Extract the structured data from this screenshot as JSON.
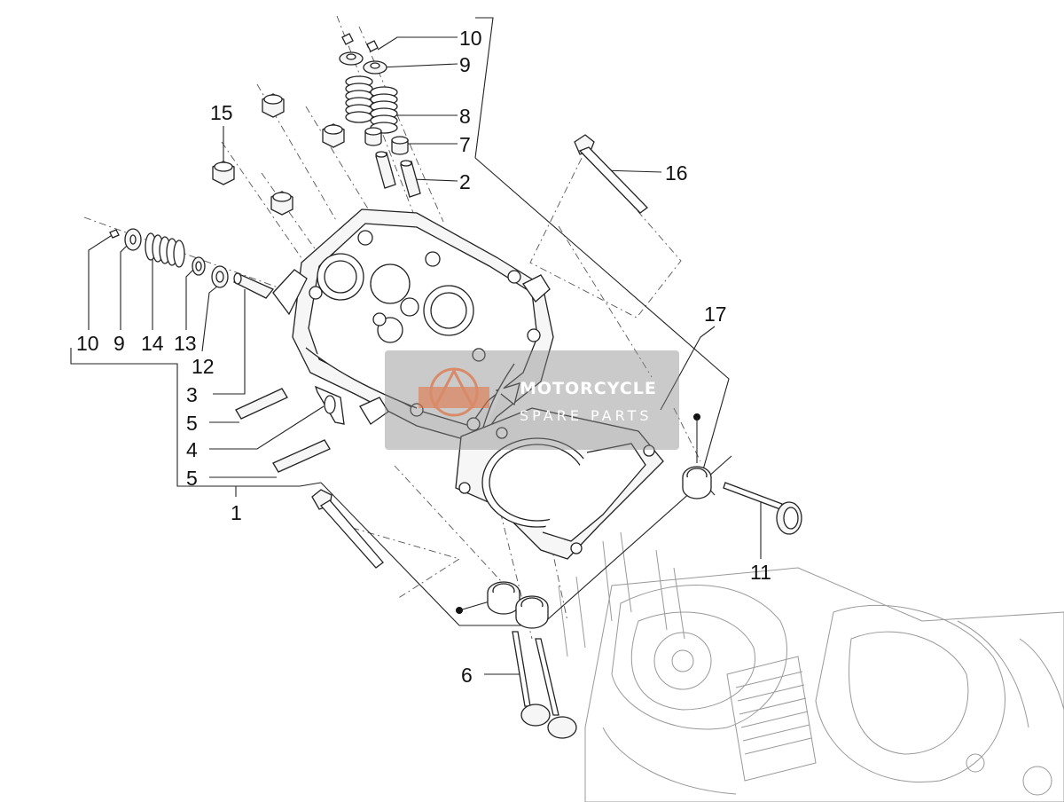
{
  "callouts": [
    {
      "id": "c10a",
      "text": "10"
    },
    {
      "id": "c9a",
      "text": "9"
    },
    {
      "id": "c8",
      "text": "8"
    },
    {
      "id": "c7",
      "text": "7"
    },
    {
      "id": "c2",
      "text": "2"
    },
    {
      "id": "c15",
      "text": "15"
    },
    {
      "id": "c16",
      "text": "16"
    },
    {
      "id": "c10b",
      "text": "10"
    },
    {
      "id": "c9b",
      "text": "9"
    },
    {
      "id": "c14",
      "text": "14"
    },
    {
      "id": "c13",
      "text": "13"
    },
    {
      "id": "c12",
      "text": "12"
    },
    {
      "id": "c3",
      "text": "3"
    },
    {
      "id": "c5a",
      "text": "5"
    },
    {
      "id": "c4",
      "text": "4"
    },
    {
      "id": "c5b",
      "text": "5"
    },
    {
      "id": "c1",
      "text": "1"
    },
    {
      "id": "c17",
      "text": "17"
    },
    {
      "id": "c11",
      "text": "11"
    },
    {
      "id": "c6",
      "text": "6"
    }
  ],
  "watermark": {
    "line1": "MOTORCYCLE",
    "line2": "SPARE PARTS"
  }
}
